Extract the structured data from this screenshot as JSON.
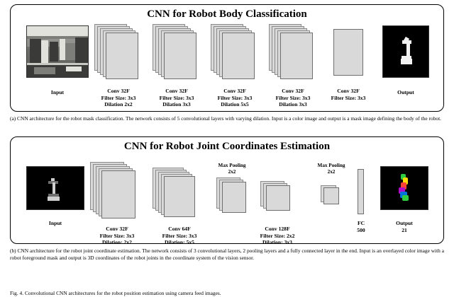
{
  "figure": {
    "caption_a": "(a) CNN architecture for the robot mask classification. The network consists of 5 convolutional layers with varying dilation. Input is a color image and output is a mask image defining the body of the robot.",
    "caption_b": "(b) CNN architecture for the robot joint coordinate estimation. The network consists of 3 convolutional layers, 2 pooling layers and a fully connected layer in the end. Input is an overlayed color image with a robot foreground mask and output is 3D coordinates of the robot joints in the coordinate system of the vision sensor.",
    "figure_caption": "Fig. 4. Convolutional CNN architectures for the robot position estimation using camera feed images."
  },
  "panel_a": {
    "title": "CNN for Robot Body Classification",
    "blocks": [
      {
        "name": "input",
        "label": "Input"
      },
      {
        "name": "conv1",
        "label": "Conv 32F\nFilter Size: 3x3\nDilation 2x2"
      },
      {
        "name": "conv2",
        "label": "Conv 32F\nFilter Size: 3x3\nDilation 3x3"
      },
      {
        "name": "conv3",
        "label": "Conv 32F\nFilter Size: 3x3\nDilation 5x5"
      },
      {
        "name": "conv4",
        "label": "Conv 32F\nFilter Size: 3x3\nDilation 3x3"
      },
      {
        "name": "conv5",
        "label": "Conv 32F\nFilter Size: 3x3"
      },
      {
        "name": "output",
        "label": "Output"
      }
    ]
  },
  "panel_b": {
    "title": "CNN for Robot Joint Coordinates Estimation",
    "blocks": [
      {
        "name": "input",
        "label": "Input"
      },
      {
        "name": "conv1",
        "label": "Conv 32F\nFilter Size: 3x3\nDilation: 2x2"
      },
      {
        "name": "conv2",
        "label": "Conv 64F\nFilter Size: 3x3\nDilation: 5x5"
      },
      {
        "name": "pool1",
        "label": "Max Pooling\n2x2"
      },
      {
        "name": "conv3",
        "label": "Conv 128F\nFilter Size: 2x2\nDilation: 3x3"
      },
      {
        "name": "pool2",
        "label": "Max Pooling\n2x2"
      },
      {
        "name": "fc",
        "label": "FC\n500"
      },
      {
        "name": "output",
        "label": "Output\n21"
      }
    ]
  },
  "colors": {
    "block_fill": "#d9d9d9",
    "block_stroke": "#6f6f6f",
    "panel_border": "#000000",
    "background": "#ffffff"
  }
}
